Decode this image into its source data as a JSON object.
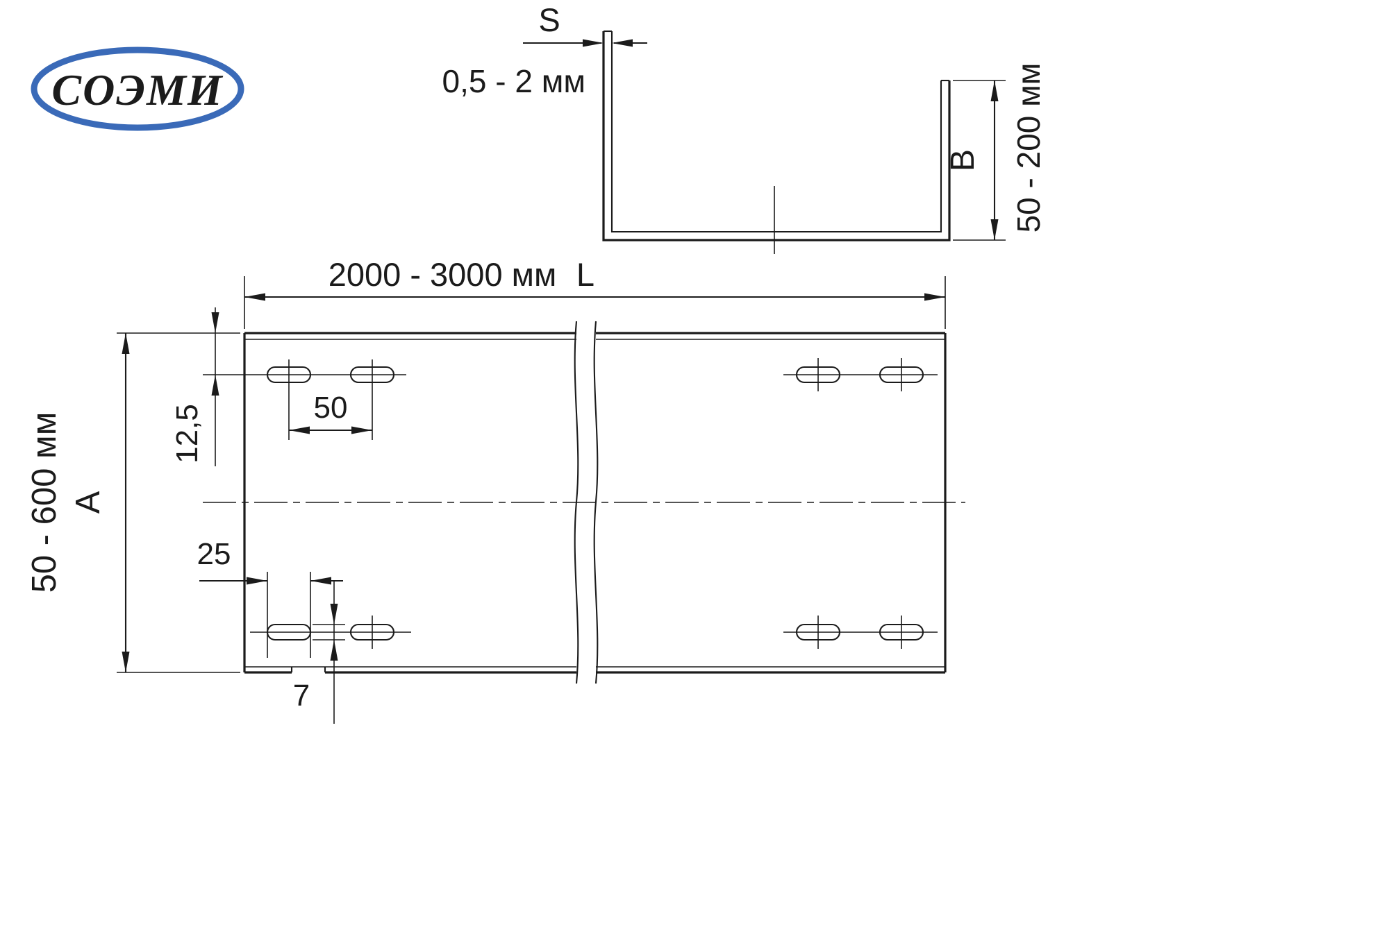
{
  "logo": {
    "text": "СОЭМИ",
    "color": "#3a6ab8"
  },
  "cross_section": {
    "thickness_symbol": "S",
    "thickness_range": "0,5 - 2 мм",
    "height_symbol": "B",
    "height_range": "50 - 200 мм"
  },
  "plan_view": {
    "length_range": "2000 - 3000 мм",
    "length_symbol": "L",
    "width_range": "50 - 600 мм",
    "width_symbol": "A",
    "slot_pitch": "50",
    "slot_row_offset": "12,5",
    "slot_length": "25",
    "slot_width": "7"
  },
  "colors": {
    "line": "#1b1b1b",
    "background": "#ffffff"
  }
}
